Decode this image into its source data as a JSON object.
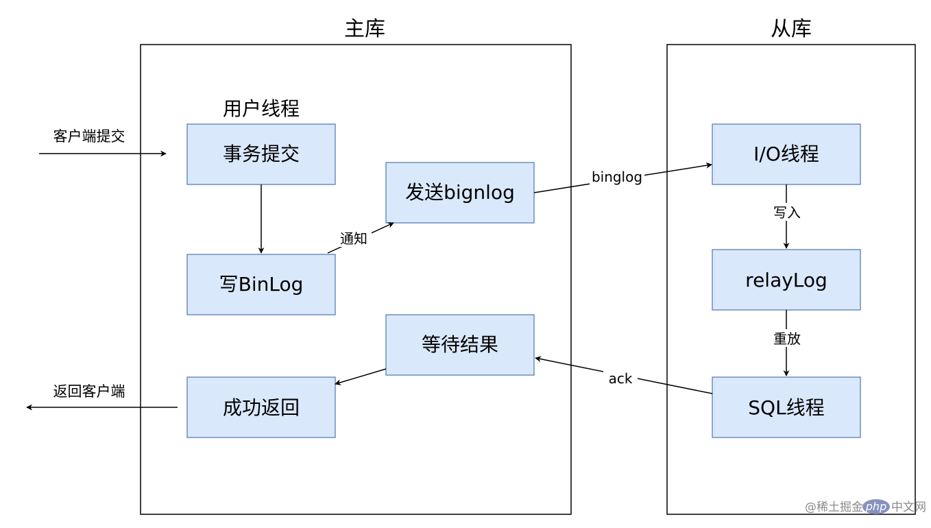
{
  "containers": {
    "master_title": "主库",
    "slave_title": "从库"
  },
  "master": {
    "user_thread_label": "用户线程",
    "commit": "事务提交",
    "write_binlog": "写BinLog",
    "send_binlog": "发送bignlog",
    "wait_result": "等待结果",
    "return_success": "成功返回"
  },
  "slave": {
    "io_thread": "I/O线程",
    "relay_log": "relayLog",
    "sql_thread": "SQL线程"
  },
  "edges": {
    "client_submit": "客户端提交",
    "notify": "通知",
    "binlog": "binglog",
    "write_in": "写入",
    "replay": "重放",
    "ack": "ack",
    "return_client": "返回客户端"
  },
  "watermark": {
    "at_text": "@稀土掘金",
    "logo_text": "php",
    "suffix": "中文网"
  },
  "colors": {
    "node_fill": "#dae8fc",
    "node_stroke": "#6c8ebf",
    "line": "#000000"
  }
}
